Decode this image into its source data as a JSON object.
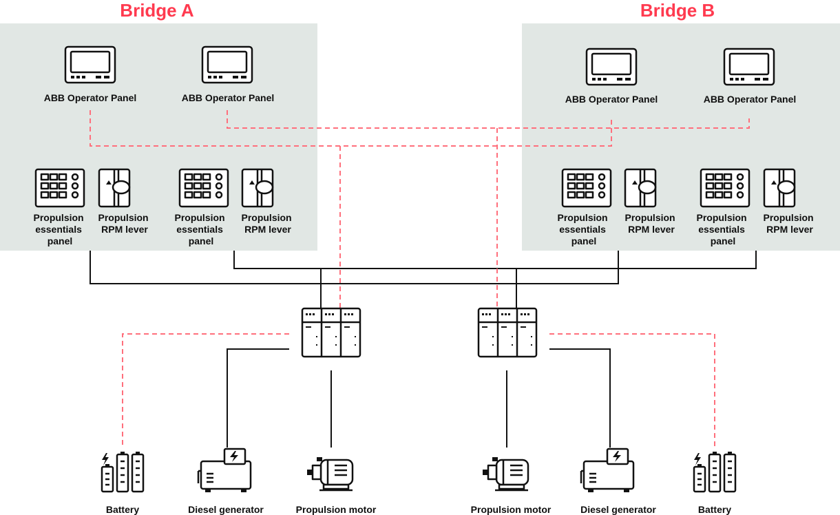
{
  "bridges": {
    "a": {
      "title": "Bridge A"
    },
    "b": {
      "title": "Bridge B"
    }
  },
  "labels": {
    "operator_panel": "ABB Operator Panel",
    "pep_line1": "Propulsion",
    "pep_line2": "essentials",
    "pep_line3": "panel",
    "rpm_line1": "Propulsion",
    "rpm_line2": "RPM lever",
    "battery": "Battery",
    "diesel_generator": "Diesel generator",
    "propulsion_motor": "Propulsion motor"
  },
  "colors": {
    "accent": "#ff3a4f",
    "dashed_link": "#ff6f7c",
    "bridge_background": "#e1e7e4",
    "line": "#111111"
  },
  "icons": [
    "operator-panel-icon",
    "propulsion-panel-icon",
    "rpm-lever-icon",
    "controller-cabinet-icon",
    "battery-icon",
    "diesel-generator-icon",
    "propulsion-motor-icon"
  ]
}
